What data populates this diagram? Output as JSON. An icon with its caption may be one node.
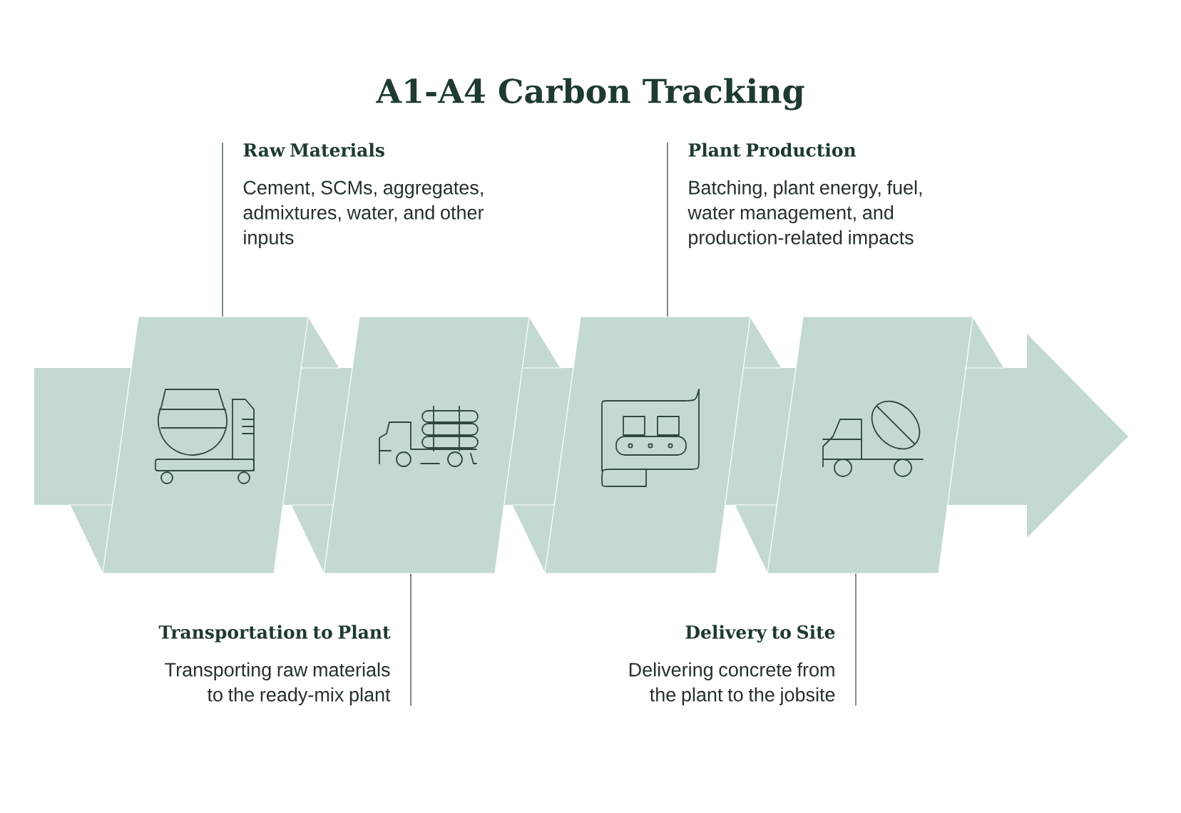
{
  "diagram": {
    "title": "A1-A4 Carbon Tracking",
    "nodes": [
      {
        "text": [
          "Raw Materials",
          "Cement, SCMs, aggregates, admixtures, water, and other inputs"
        ]
      },
      {
        "text": [
          "Plant Production",
          "Batching, plant energy, fuel, water management, and production-related impacts"
        ]
      },
      {
        "text": [],
        "shape": "picture"
      },
      {
        "text": [],
        "shape": "picture"
      },
      {
        "text": [],
        "shape": "picture"
      },
      {
        "text": [],
        "shape": "picture"
      },
      {
        "text": [
          "Transportation to Plant",
          "Transporting raw materials to the ready-mix plant"
        ]
      },
      {
        "text": [
          "Delivery to Site",
          "Delivering concrete from the plant to the jobsite"
        ]
      }
    ],
    "edges": [
      {
        "from": 0,
        "to": 2,
        "arrow": "none"
      },
      {
        "from": 6,
        "to": 3,
        "arrow": "none"
      },
      {
        "from": 1,
        "to": 4,
        "arrow": "none"
      },
      {
        "from": 7,
        "to": 5,
        "arrow": "none"
      }
    ]
  }
}
